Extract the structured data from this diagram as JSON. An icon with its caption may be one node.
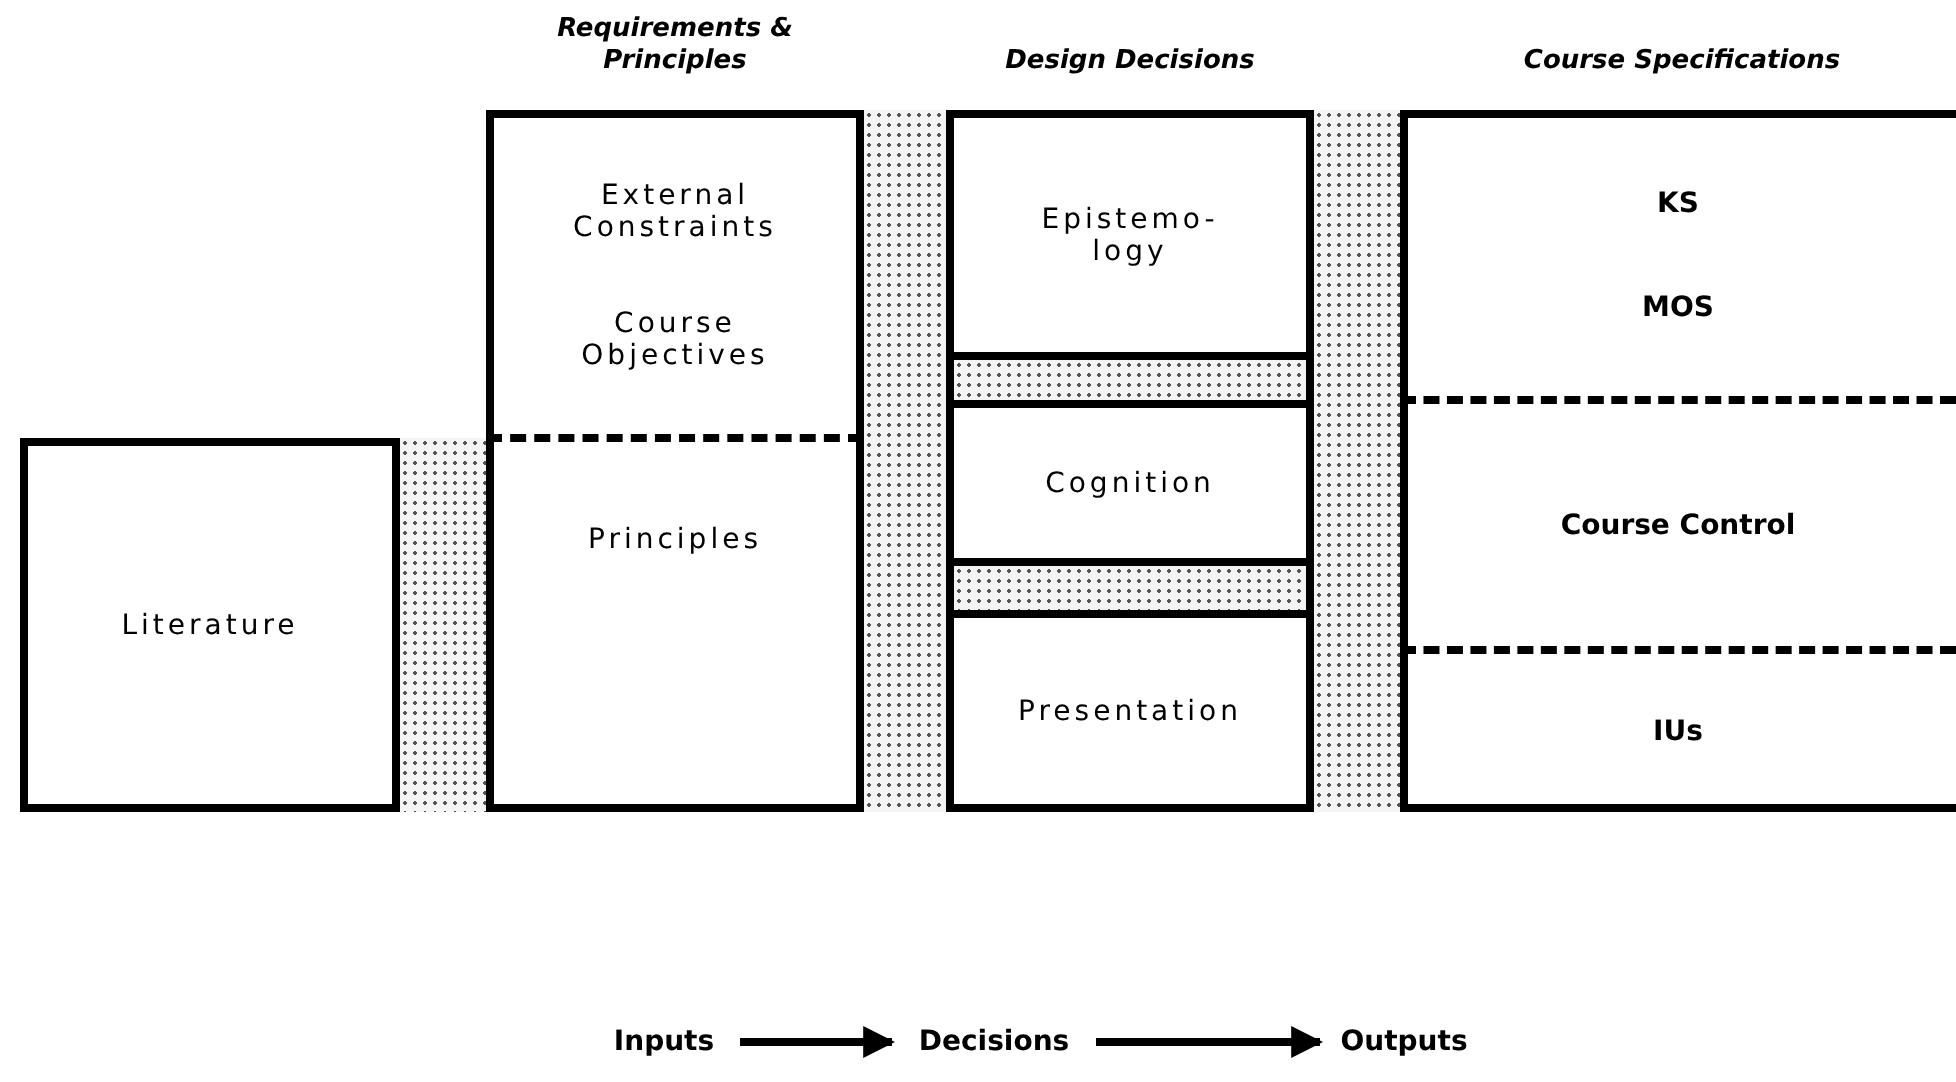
{
  "diagram": {
    "nodes": [
      {
        "text": [
          "Literature"
        ]
      },
      {
        "text": [],
        "shape": "bar"
      },
      {
        "text": [
          "Requirements & Principles"
        ]
      },
      {
        "text": [
          "External Constraints",
          "Course Objectives"
        ],
        "in": 2
      },
      {
        "text": [
          "Principles"
        ],
        "in": 2
      },
      {
        "text": [],
        "shape": "bar"
      },
      {
        "text": [
          "Design Decisions"
        ]
      },
      {
        "text": [
          "Epistemo- logy"
        ],
        "in": 6
      },
      {
        "text": [],
        "shape": "bar",
        "in": 6
      },
      {
        "text": [
          "Cognition"
        ],
        "in": 6
      },
      {
        "text": [],
        "shape": "bar",
        "in": 6
      },
      {
        "text": [
          "Presentation"
        ],
        "in": 6
      },
      {
        "text": [],
        "shape": "bar"
      },
      {
        "text": [
          "Course Specifications"
        ]
      },
      {
        "text": [
          "KS",
          "MOS"
        ],
        "in": 13
      },
      {
        "text": [
          "Course Control"
        ],
        "in": 13
      },
      {
        "text": [
          "IUs"
        ],
        "in": 13
      },
      {
        "text": [
          "Inputs"
        ]
      },
      {
        "text": [
          "Decisions"
        ]
      },
      {
        "text": [
          "Outputs"
        ]
      }
    ],
    "edges": [
      {
        "from": 17,
        "to": 18,
        "arrow": "to"
      },
      {
        "from": 18,
        "to": 19,
        "arrow": "to"
      }
    ]
  }
}
